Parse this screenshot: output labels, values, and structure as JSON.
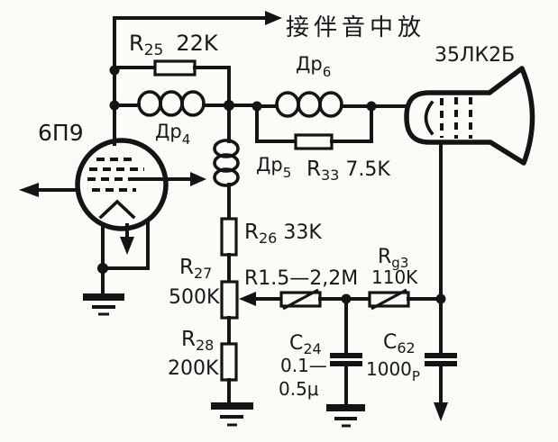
{
  "note_top": "接伴音中放",
  "tubes": {
    "pentode": "6П9",
    "crt": "35ЛК2Б"
  },
  "components": {
    "r25": {
      "ref": "R",
      "sub": "25",
      "value": "22K"
    },
    "dr4": {
      "ref": "Др",
      "sub": "4"
    },
    "dr5": {
      "ref": "Др",
      "sub": "5"
    },
    "dr6": {
      "ref": "Др",
      "sub": "6"
    },
    "r33": {
      "ref": "R",
      "sub": "33",
      "value": "7.5K"
    },
    "r26": {
      "ref": "R",
      "sub": "26",
      "value": "33K"
    },
    "r27": {
      "ref": "R",
      "sub": "27",
      "value": "500K"
    },
    "r28": {
      "ref": "R",
      "sub": "28",
      "value": "200K"
    },
    "rvar": {
      "value": "R1.5—2,2M"
    },
    "rg3": {
      "ref": "R",
      "sub": "g3",
      "value": "110K"
    },
    "c24": {
      "ref": "C",
      "sub": "24",
      "value1": "0.1—",
      "value2": "0.5μ"
    },
    "c62": {
      "ref": "C",
      "sub": "62",
      "value": "1000",
      "value_sub": "P"
    }
  },
  "colors": {
    "ink": "#141414",
    "paper": "#fbfbf8"
  }
}
